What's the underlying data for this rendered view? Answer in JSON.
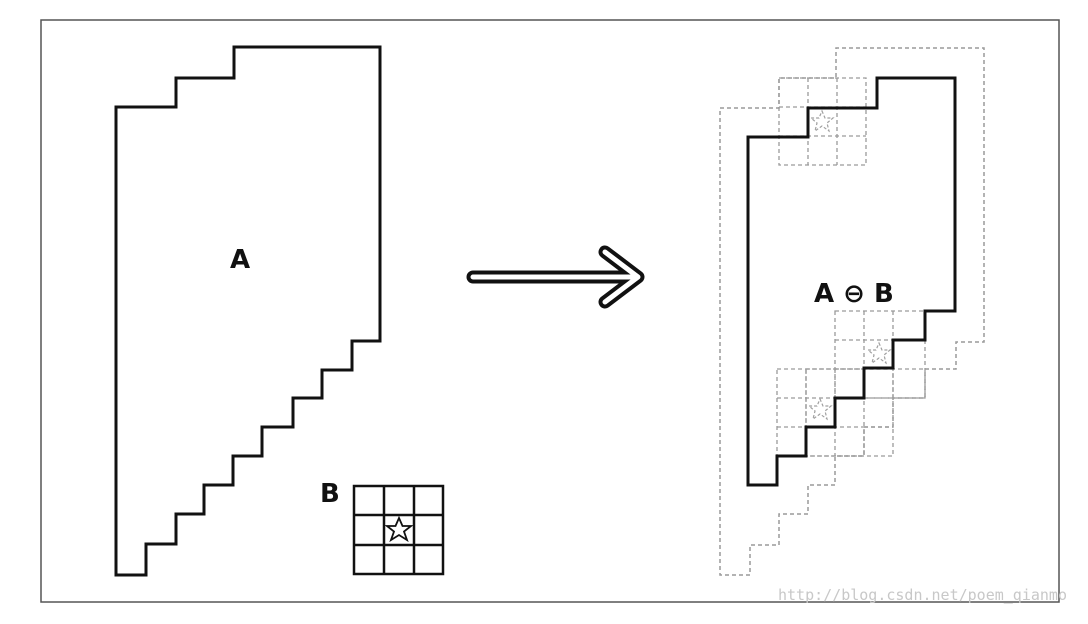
{
  "labels": {
    "set_a": "A",
    "set_b": "B",
    "result": "A ⊖ B"
  },
  "watermark": "http://blog.csdn.net/poem_qianmo",
  "colors": {
    "stroke": "#111111",
    "dashed": "#9a9a9a",
    "frame": "#555555"
  }
}
